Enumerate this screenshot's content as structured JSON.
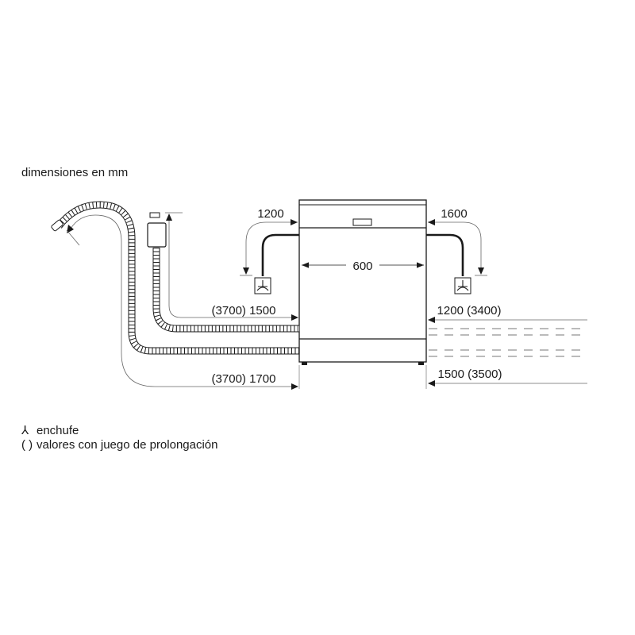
{
  "diagram": {
    "title": "dimensiones en mm",
    "appliance": "dishwasher-front-view",
    "dimensions": {
      "width": "600",
      "left_power_cable": "1200",
      "right_power_cable": "1600",
      "left_inlet_hose": "(3700) 1500",
      "left_drain_hose": "(3700) 1700",
      "right_inlet_hose": "1200 (3400)",
      "right_drain_hose": "1500 (3500)"
    },
    "legend": {
      "socket_symbol": "⅄",
      "socket_label": "enchufe",
      "parentheses_symbol": "( )",
      "parentheses_label": "valores con juego de prolongación"
    },
    "colors": {
      "line": "#1a1a1a",
      "thin_line": "#555555",
      "background": "#ffffff"
    }
  }
}
